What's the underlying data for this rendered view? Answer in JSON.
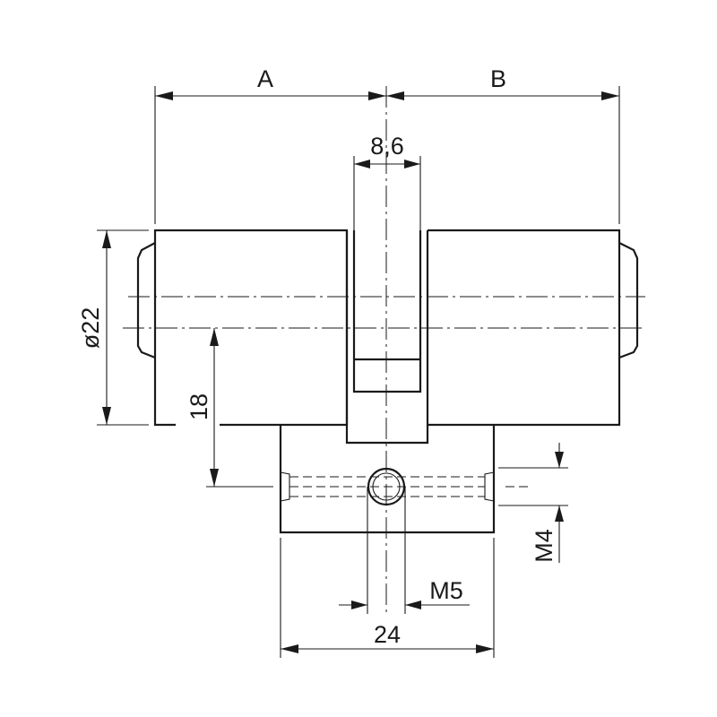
{
  "dimensions": {
    "a": "A",
    "b": "B",
    "cam_width": "8,6",
    "diameter": "ø22",
    "offset": "18",
    "screw_thread": "M5",
    "body_width": "24",
    "side_thread": "M4"
  },
  "colors": {
    "line": "#1a1a1a",
    "background": "#ffffff"
  }
}
